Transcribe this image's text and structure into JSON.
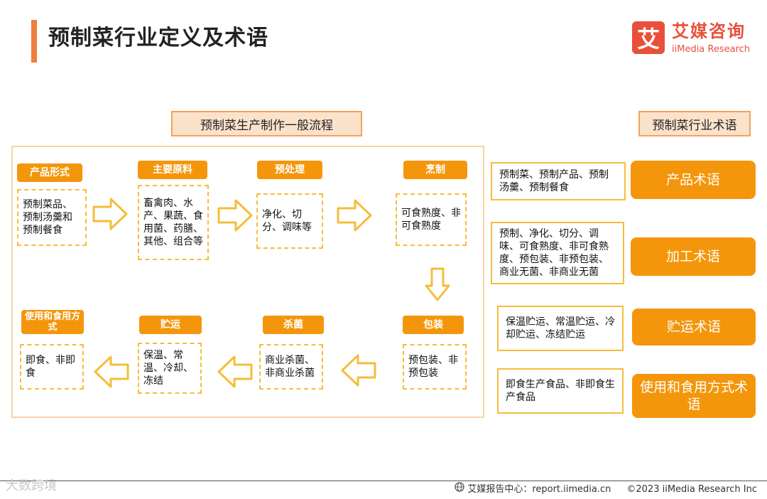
{
  "header": {
    "title": "预制菜行业定义及术语",
    "logo_mark": "艾",
    "logo_name": "艾媒咨询",
    "logo_sub": "iiMedia Research"
  },
  "process": {
    "heading": "预制菜生产制作一般流程",
    "steps": [
      {
        "label": "产品形式",
        "text": "预制菜品、预制汤羹和预制餐食"
      },
      {
        "label": "主要原料",
        "text": "畜禽肉、水产、果蔬、食用菌、药膳、其他、组合等"
      },
      {
        "label": "预处理",
        "text": "净化、切分、调味等"
      },
      {
        "label": "烹制",
        "text": "可食熟度、非可食熟度"
      },
      {
        "label": "包装",
        "text": "预包装、非预包装"
      },
      {
        "label": "杀菌",
        "text": "商业杀菌、非商业杀菌"
      },
      {
        "label": "贮运",
        "text": "保温、常温、冷却、冻结"
      },
      {
        "label": "使用和食用方式",
        "text": "即食、非即食"
      }
    ]
  },
  "terms": {
    "heading": "预制菜行业术语",
    "items": [
      {
        "text": "预制菜、预制产品、预制汤羹、预制餐食",
        "button": "产品术语"
      },
      {
        "text": "预制、净化、切分、调味、可食熟度、非可食熟度、预包装、非预包装、商业无菌、非商业无菌",
        "button": "加工术语"
      },
      {
        "text": "保温贮运、常温贮运、冷却贮运、冻结贮运",
        "button": "贮运术语"
      },
      {
        "text": "即食生产食品、非即食生产食品",
        "button": "使用和食用方式术语"
      }
    ]
  },
  "footer": {
    "watermark": "大数跨境",
    "source": "艾媒报告中心：report.iimedia.cn",
    "copyright": "©2023  iiMedia Research  Inc"
  },
  "colors": {
    "accent": "#f4960b",
    "title_bar": "#f07d3a",
    "brand": "#e8503a",
    "dashed_border": "#f6bd3a",
    "header_fill": "#fbe2cb"
  }
}
